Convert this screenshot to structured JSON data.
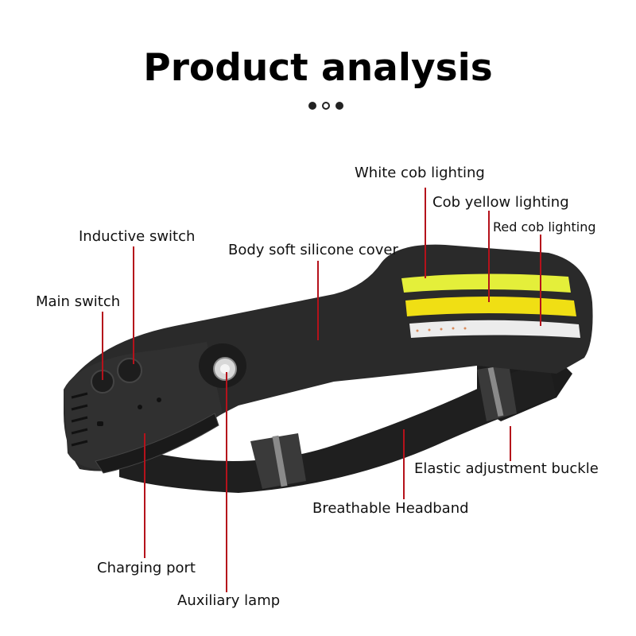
{
  "title": "Product analysis",
  "pagination": {
    "dots": [
      "filled",
      "hollow",
      "filled"
    ],
    "active_index": 1
  },
  "colors": {
    "leader_line": "#b5121b",
    "body": "#2b2b2b",
    "white_cob": "#e6ef3a",
    "yellow_cob": "#f2e21a",
    "red_cob_strip": "#e8e8e8",
    "strap": "#1e1e1e"
  },
  "labels": {
    "white_cob": "White cob lighting",
    "yellow_cob": "Cob yellow lighting",
    "red_cob": "Red cob lighting",
    "inductive_switch": "Inductive switch",
    "body_cover": "Body soft silicone cover",
    "main_switch": "Main switch",
    "elastic_buckle": "Elastic adjustment buckle",
    "headband": "Breathable Headband",
    "charging_port": "Charging port",
    "auxiliary_lamp": "Auxiliary lamp"
  }
}
